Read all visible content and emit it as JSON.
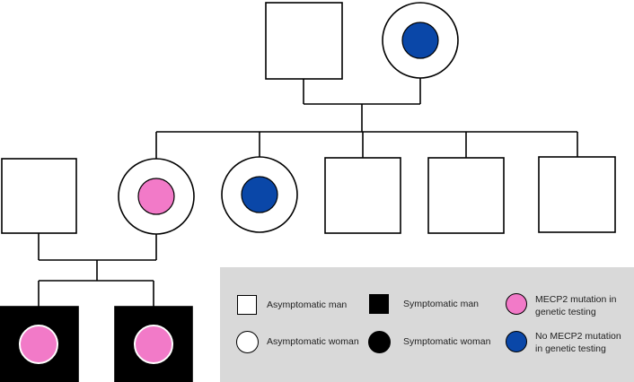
{
  "colors": {
    "line": "#000000",
    "unaffected_fill": "#ffffff",
    "affected_fill": "#000000",
    "mecp2_positive": "#f27ac8",
    "mecp2_negative": "#0a47a8",
    "legend_background": "#d9d9d9"
  },
  "pedigree": {
    "generation_1": [
      {
        "sex": "male",
        "status": "asymptomatic",
        "test": "none"
      },
      {
        "sex": "female",
        "status": "asymptomatic",
        "test": "no-mecp2-mutation"
      }
    ],
    "generation_2": [
      {
        "sex": "male",
        "status": "asymptomatic",
        "test": "none",
        "note": "married-in spouse"
      },
      {
        "sex": "female",
        "status": "asymptomatic",
        "test": "mecp2-mutation"
      },
      {
        "sex": "female",
        "status": "asymptomatic",
        "test": "no-mecp2-mutation"
      },
      {
        "sex": "male",
        "status": "asymptomatic",
        "test": "none"
      },
      {
        "sex": "male",
        "status": "asymptomatic",
        "test": "none"
      },
      {
        "sex": "male",
        "status": "asymptomatic",
        "test": "none"
      }
    ],
    "generation_3": [
      {
        "sex": "male",
        "status": "symptomatic",
        "test": "mecp2-mutation"
      },
      {
        "sex": "male",
        "status": "symptomatic",
        "test": "mecp2-mutation"
      }
    ]
  },
  "legend": {
    "asymptomatic_man": "Asymptomatic man",
    "symptomatic_man": "Symptomatic man",
    "mecp2_mutation_line1": "MECP2 mutation in",
    "mecp2_mutation_line2": "genetic testing",
    "asymptomatic_woman": "Asymptomatic woman",
    "symptomatic_woman": "Symptomatic woman",
    "no_mecp2_mutation_line1": "No MECP2 mutation",
    "no_mecp2_mutation_line2": "in genetic testing"
  }
}
